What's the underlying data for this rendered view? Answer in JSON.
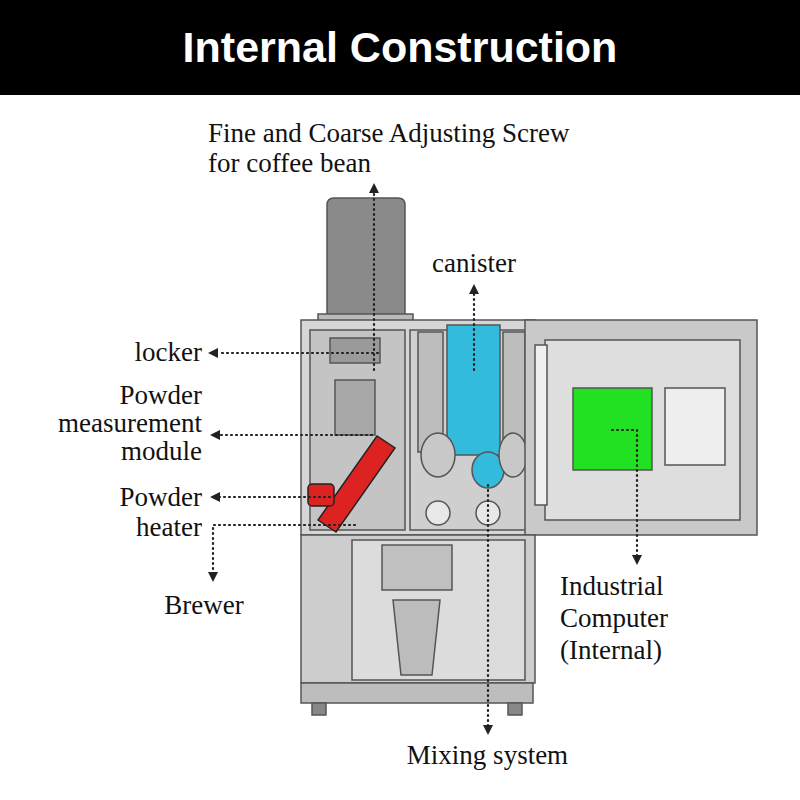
{
  "diagram": {
    "title": "Internal Construction",
    "labels": [
      "Fine and Coarse Adjusting Screw for coffee bean",
      "canister",
      "locker",
      "Powder measurement module",
      "Powder heater",
      "Brewer",
      "Industrial Computer (Internal)",
      "Mixing system"
    ]
  }
}
